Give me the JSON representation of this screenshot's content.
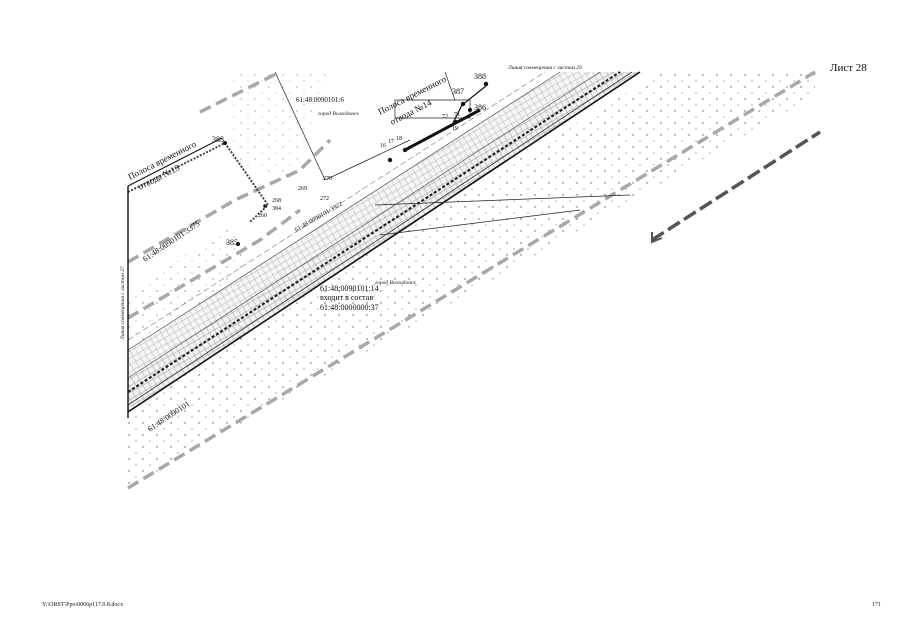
{
  "sheet": {
    "label": "Лист 28"
  },
  "footer": {
    "path": "Y:\\ORST\\Ppo\\0066p117.0.8.docx",
    "page": "171"
  },
  "map": {
    "corridor13": {
      "line1": "Полоса временного",
      "line2": "отвода №13"
    },
    "corridor14": {
      "line1": "Полоса временного",
      "line2": "отвода №14"
    },
    "match_top": "Линия совмещения с листом 29",
    "match_left": "Линия совмещения с листом 27",
    "town1": "город Волгодонск",
    "town2": "город Волгодонск",
    "parcel_6": "61:48:0090101:6",
    "parcel_3375": "61:48:0090101:3375",
    "parcel_3322": "61:48:0090101:3322",
    "parcel_bottom": "61:48:0090101",
    "parcel_main": {
      "line1": "61:48:0090101:14",
      "line2": "входит в состав",
      "line3": "61:48:0000000:37"
    },
    "points": {
      "p383": "383",
      "p385": "385",
      "p386": "386",
      "p387": "387",
      "p388": "388",
      "p384": "384",
      "p268": "268",
      "p269": "269",
      "p270": "270",
      "p272": "272",
      "p16": "16",
      "p17": "17",
      "p18": "18",
      "p19": "19",
      "p71": "71",
      "p72": "72",
      "p260": "260"
    }
  },
  "colors": {
    "dashed_boundary": "#a8a8a8",
    "line": "#111111"
  }
}
